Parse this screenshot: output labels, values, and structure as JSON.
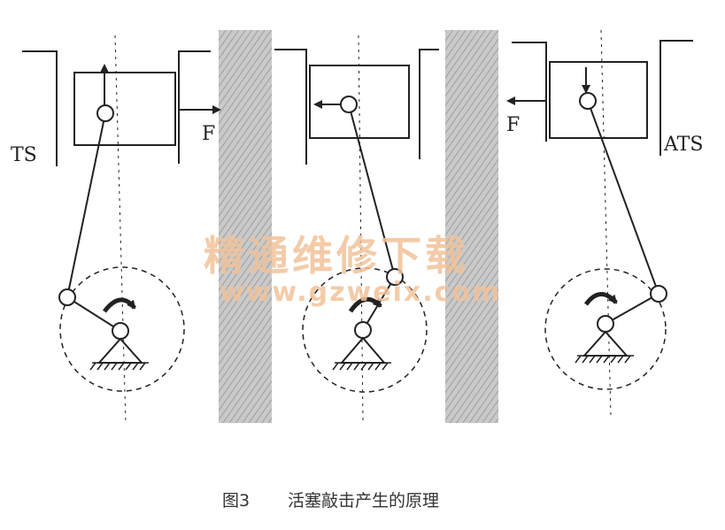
{
  "labels": {
    "ts": "TS",
    "ats": "ATS",
    "force_left": "F",
    "force_right": "F"
  },
  "watermark": {
    "cn": "精通维修下载",
    "url": "www.gzweix.com"
  },
  "caption": {
    "figure_no": "图3",
    "title": "活塞敲击产生的原理"
  },
  "colors": {
    "line": "#222222",
    "wall_hatch": "#b0b0b0",
    "watermark": "#f2c29a"
  },
  "icons": {
    "rotation": "curved-arrow-icon",
    "pivot": "ground-support-icon"
  }
}
